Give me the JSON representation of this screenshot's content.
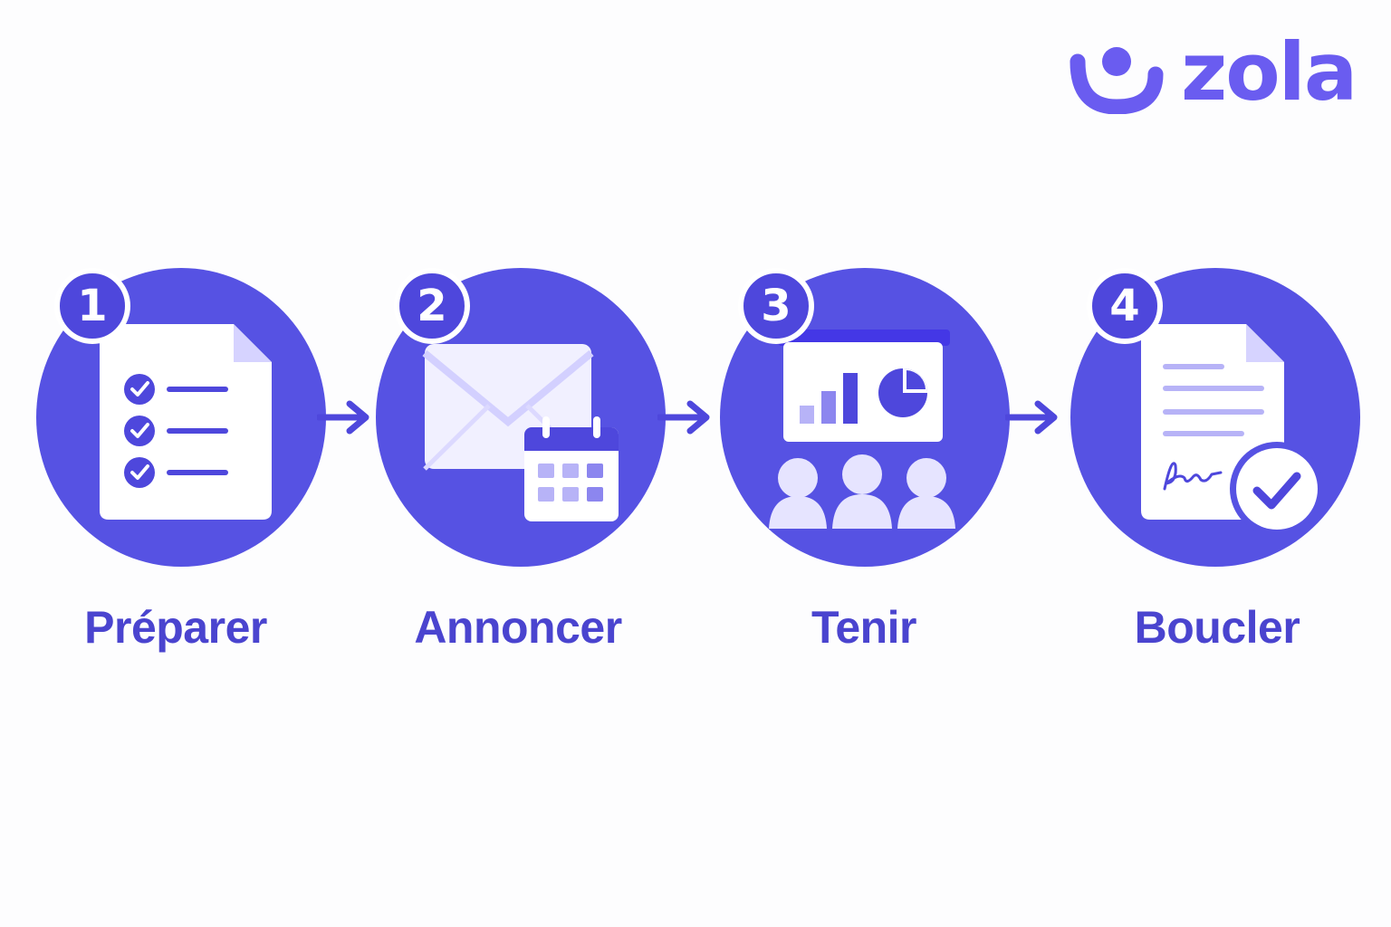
{
  "brand": {
    "name": "zola",
    "color": "#6a5cf0",
    "icon": "smile-logo-icon"
  },
  "colors": {
    "circle": "#5652e3",
    "label": "#4a44cf",
    "badge": "#4e47dc",
    "light": "#e6e4ff"
  },
  "steps": [
    {
      "number": "1",
      "label": "Préparer",
      "icon": "checklist-document-icon"
    },
    {
      "number": "2",
      "label": "Annoncer",
      "icon": "envelope-calendar-icon"
    },
    {
      "number": "3",
      "label": "Tenir",
      "icon": "presentation-meeting-icon"
    },
    {
      "number": "4",
      "label": "Boucler",
      "icon": "signed-document-check-icon"
    }
  ]
}
